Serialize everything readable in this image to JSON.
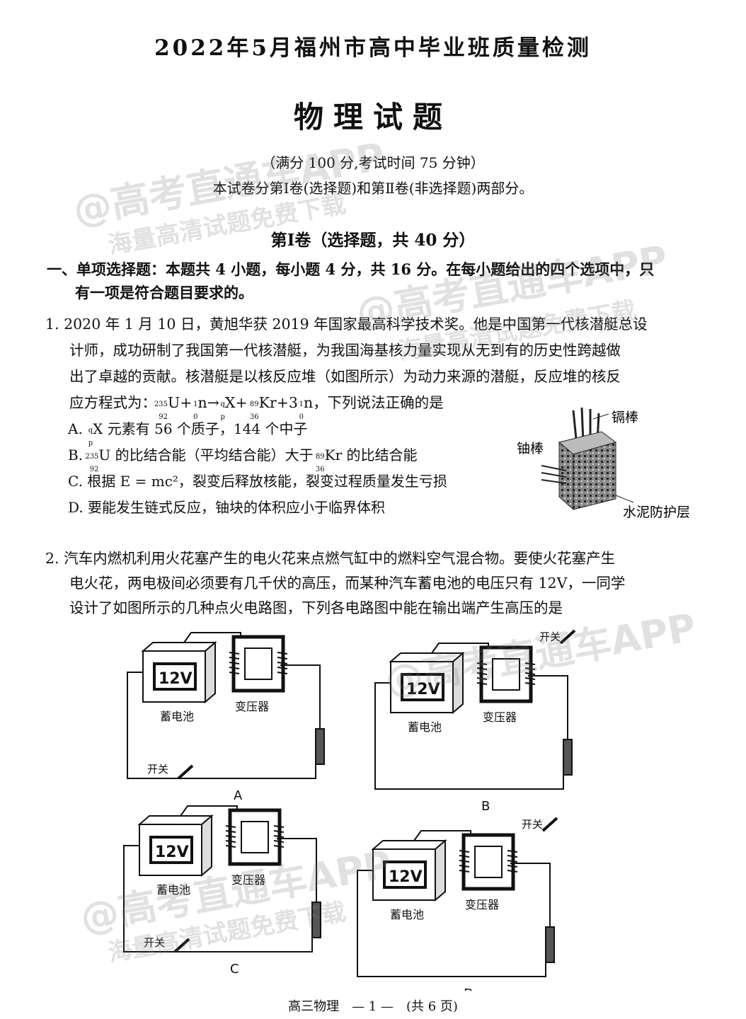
{
  "header": {
    "title": "2022年5月福州市高中毕业班质量检测",
    "subject": "物理试题",
    "meta_line1": "（满分 100 分,考试时间 75 分钟）",
    "meta_line2": "本试卷分第Ⅰ卷(选择题)和第Ⅱ卷(非选择题)两部分。"
  },
  "section1": {
    "title": "第Ⅰ卷（选择题，共 40 分）",
    "instruction_line1": "一、单项选择题：本题共 4 小题，每小题 4 分，共 16 分。在每小题给出的四个选项中，只",
    "instruction_line2": "有一项是符合题目要求的。"
  },
  "q1": {
    "line1": "1. 2020 年 1 月 10 日，黄旭华获 2019 年国家最高科学技术奖。他是中国第一代核潜艇总设",
    "line2": "计师，成功研制了我国第一代核潜艇，为我国海基核力量实现从无到有的历史性跨越做",
    "line3": "出了卓越的贡献。核潜艇是以核反应堆（如图所示）为动力来源的潜艇，反应堆的核反",
    "eq_prefix": "应方程式为：",
    "eq_suffix": "，下列说法正确的是",
    "opt_a": "X 元素有 56 个质子，144 个中子",
    "opt_b_mid": "U 的比结合能（平均结合能）大于",
    "opt_b_end": "Kr 的比结合能",
    "opt_c": "C. 根据 E = mc²，裂变后释放核能，裂变过程质量发生亏损",
    "opt_d": "D. 要能发生链式反应，铀块的体积应小于临界体积",
    "fig_cd_rod": "镉棒",
    "fig_u_rod": "铀棒",
    "fig_cement": "水泥防护层"
  },
  "q2": {
    "line1": "2. 汽车内燃机利用火花塞产生的电火花来点燃气缸中的燃料空气混合物。要使火花塞产生",
    "line2": "电火花，两电极间必须要有几千伏的高压，而某种汽车蓄电池的电压只有 12V，一同学",
    "line3": "设计了如图所示的几种点火电路图，下列各电路图中能在输出端产生高压的是",
    "battery_voltage": "12V",
    "battery_label": "蓄电池",
    "transformer_label": "变压器",
    "switch_label": "开关",
    "label_a": "A",
    "label_b": "B",
    "label_c": "C",
    "label_d": "D"
  },
  "footer": {
    "text": "高三物理　— 1 —　(共 6 页)"
  },
  "watermarks": {
    "main": "@高考直通车APP",
    "sub": "海量高清试题免费下载"
  }
}
